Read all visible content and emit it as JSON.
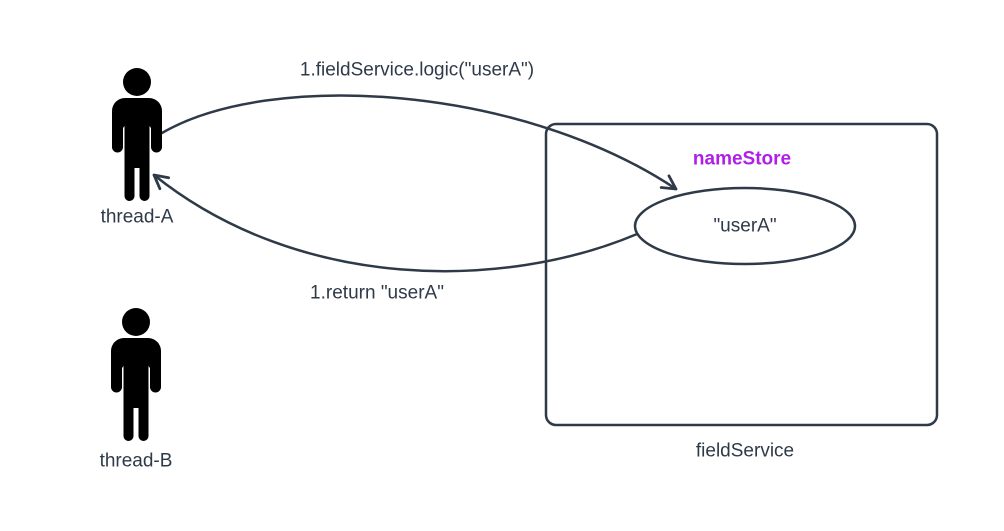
{
  "diagram": {
    "background_color": "#ffffff",
    "stroke_color": "#2f3a49",
    "text_color": "#2f3a49",
    "actor_color": "#000000",
    "accent_color": "#b01ee8",
    "actors": [
      {
        "label": "thread-A"
      },
      {
        "label": "thread-B"
      }
    ],
    "container": {
      "label": "fieldService"
    },
    "store": {
      "title": "nameStore",
      "value": "\"userA\""
    },
    "messages": [
      {
        "kind": "call",
        "label": "1.fieldService.logic(\"userA\")"
      },
      {
        "kind": "return",
        "label": "1.return \"userA\""
      }
    ]
  }
}
